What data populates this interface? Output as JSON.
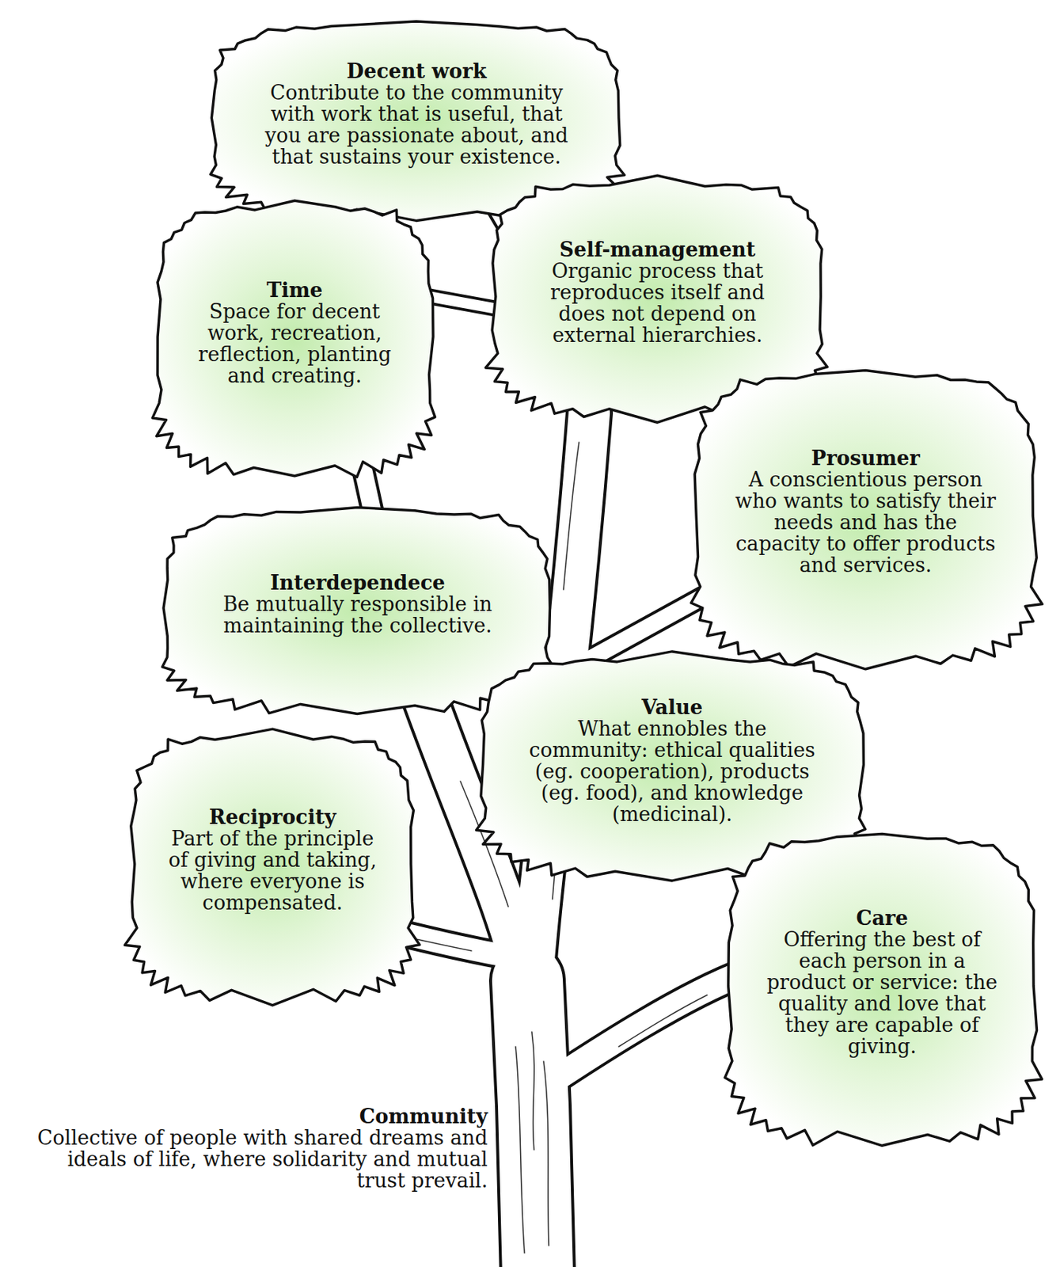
{
  "diagram": {
    "nodes": [
      {
        "text": [
          "Decent work",
          "Contribute to the community with work that is useful, that you are passionate about, and that sustains your existence."
        ]
      },
      {
        "text": [
          "Time",
          "Space for decent work, recreation, reflection, planting and creating."
        ]
      },
      {
        "text": [
          "Self-management",
          "Organic process that reproduces itself and does not depend on external hierarchies."
        ]
      },
      {
        "text": [
          "Prosumer",
          "A conscientious person who wants to satisfy their needs and has the capacity to offer products and services."
        ]
      },
      {
        "text": [
          "Interdependece",
          "Be mutually responsible in maintaining the collective."
        ]
      },
      {
        "text": [
          "Value",
          "What ennobles the community: ethical qualities (eg. cooperation), products (eg. food), and knowledge (medicinal)."
        ]
      },
      {
        "text": [
          "Reciprocity",
          "Part of the principle of giving and taking, where everyone is compensated."
        ]
      },
      {
        "text": [
          "Care",
          "Offering the best of each person in a product or service: the quality and love that they are capable of giving."
        ]
      }
    ],
    "labels": [
      "Community",
      "Collective of people with shared dreams and ideals of life, where solidarity and mutual trust prevail."
    ]
  }
}
